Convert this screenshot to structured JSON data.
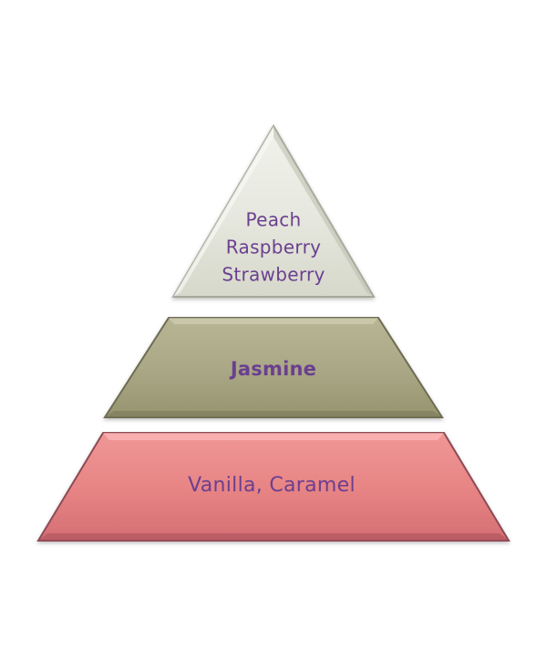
{
  "pyramid": {
    "tiers": [
      {
        "lines": [
          "Peach",
          "Raspberry",
          "Strawberry"
        ],
        "color": "#e5e7dc"
      },
      {
        "lines": [
          "Jasmine"
        ],
        "color": "#a8a681"
      },
      {
        "lines": [
          "Vanilla, Caramel"
        ],
        "color": "#e58383"
      }
    ],
    "text_color": "#6b3f8f"
  }
}
